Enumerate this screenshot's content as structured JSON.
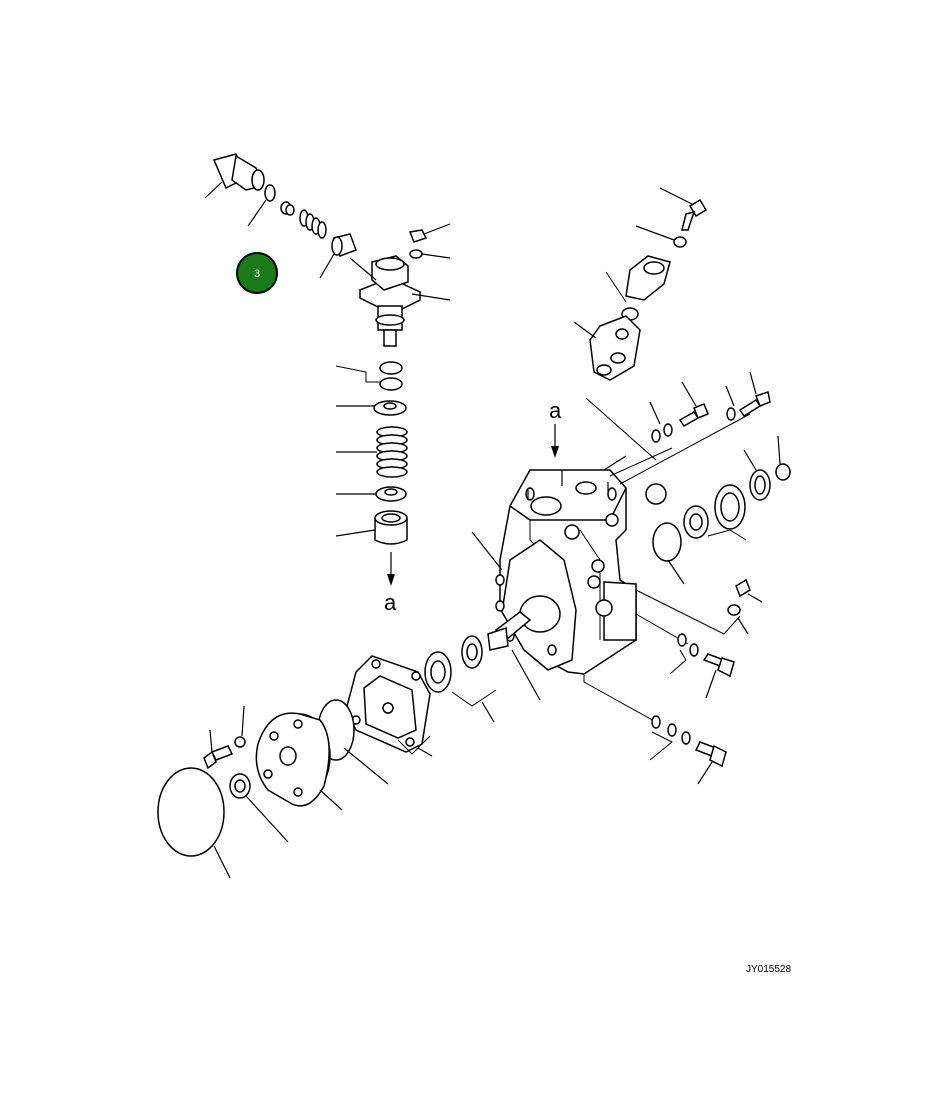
{
  "callout": {
    "number": "3",
    "color": "#1a7a1a"
  },
  "labels": {
    "a_top": "a",
    "a_bottom": "a"
  },
  "drawing_code": "JY015528"
}
